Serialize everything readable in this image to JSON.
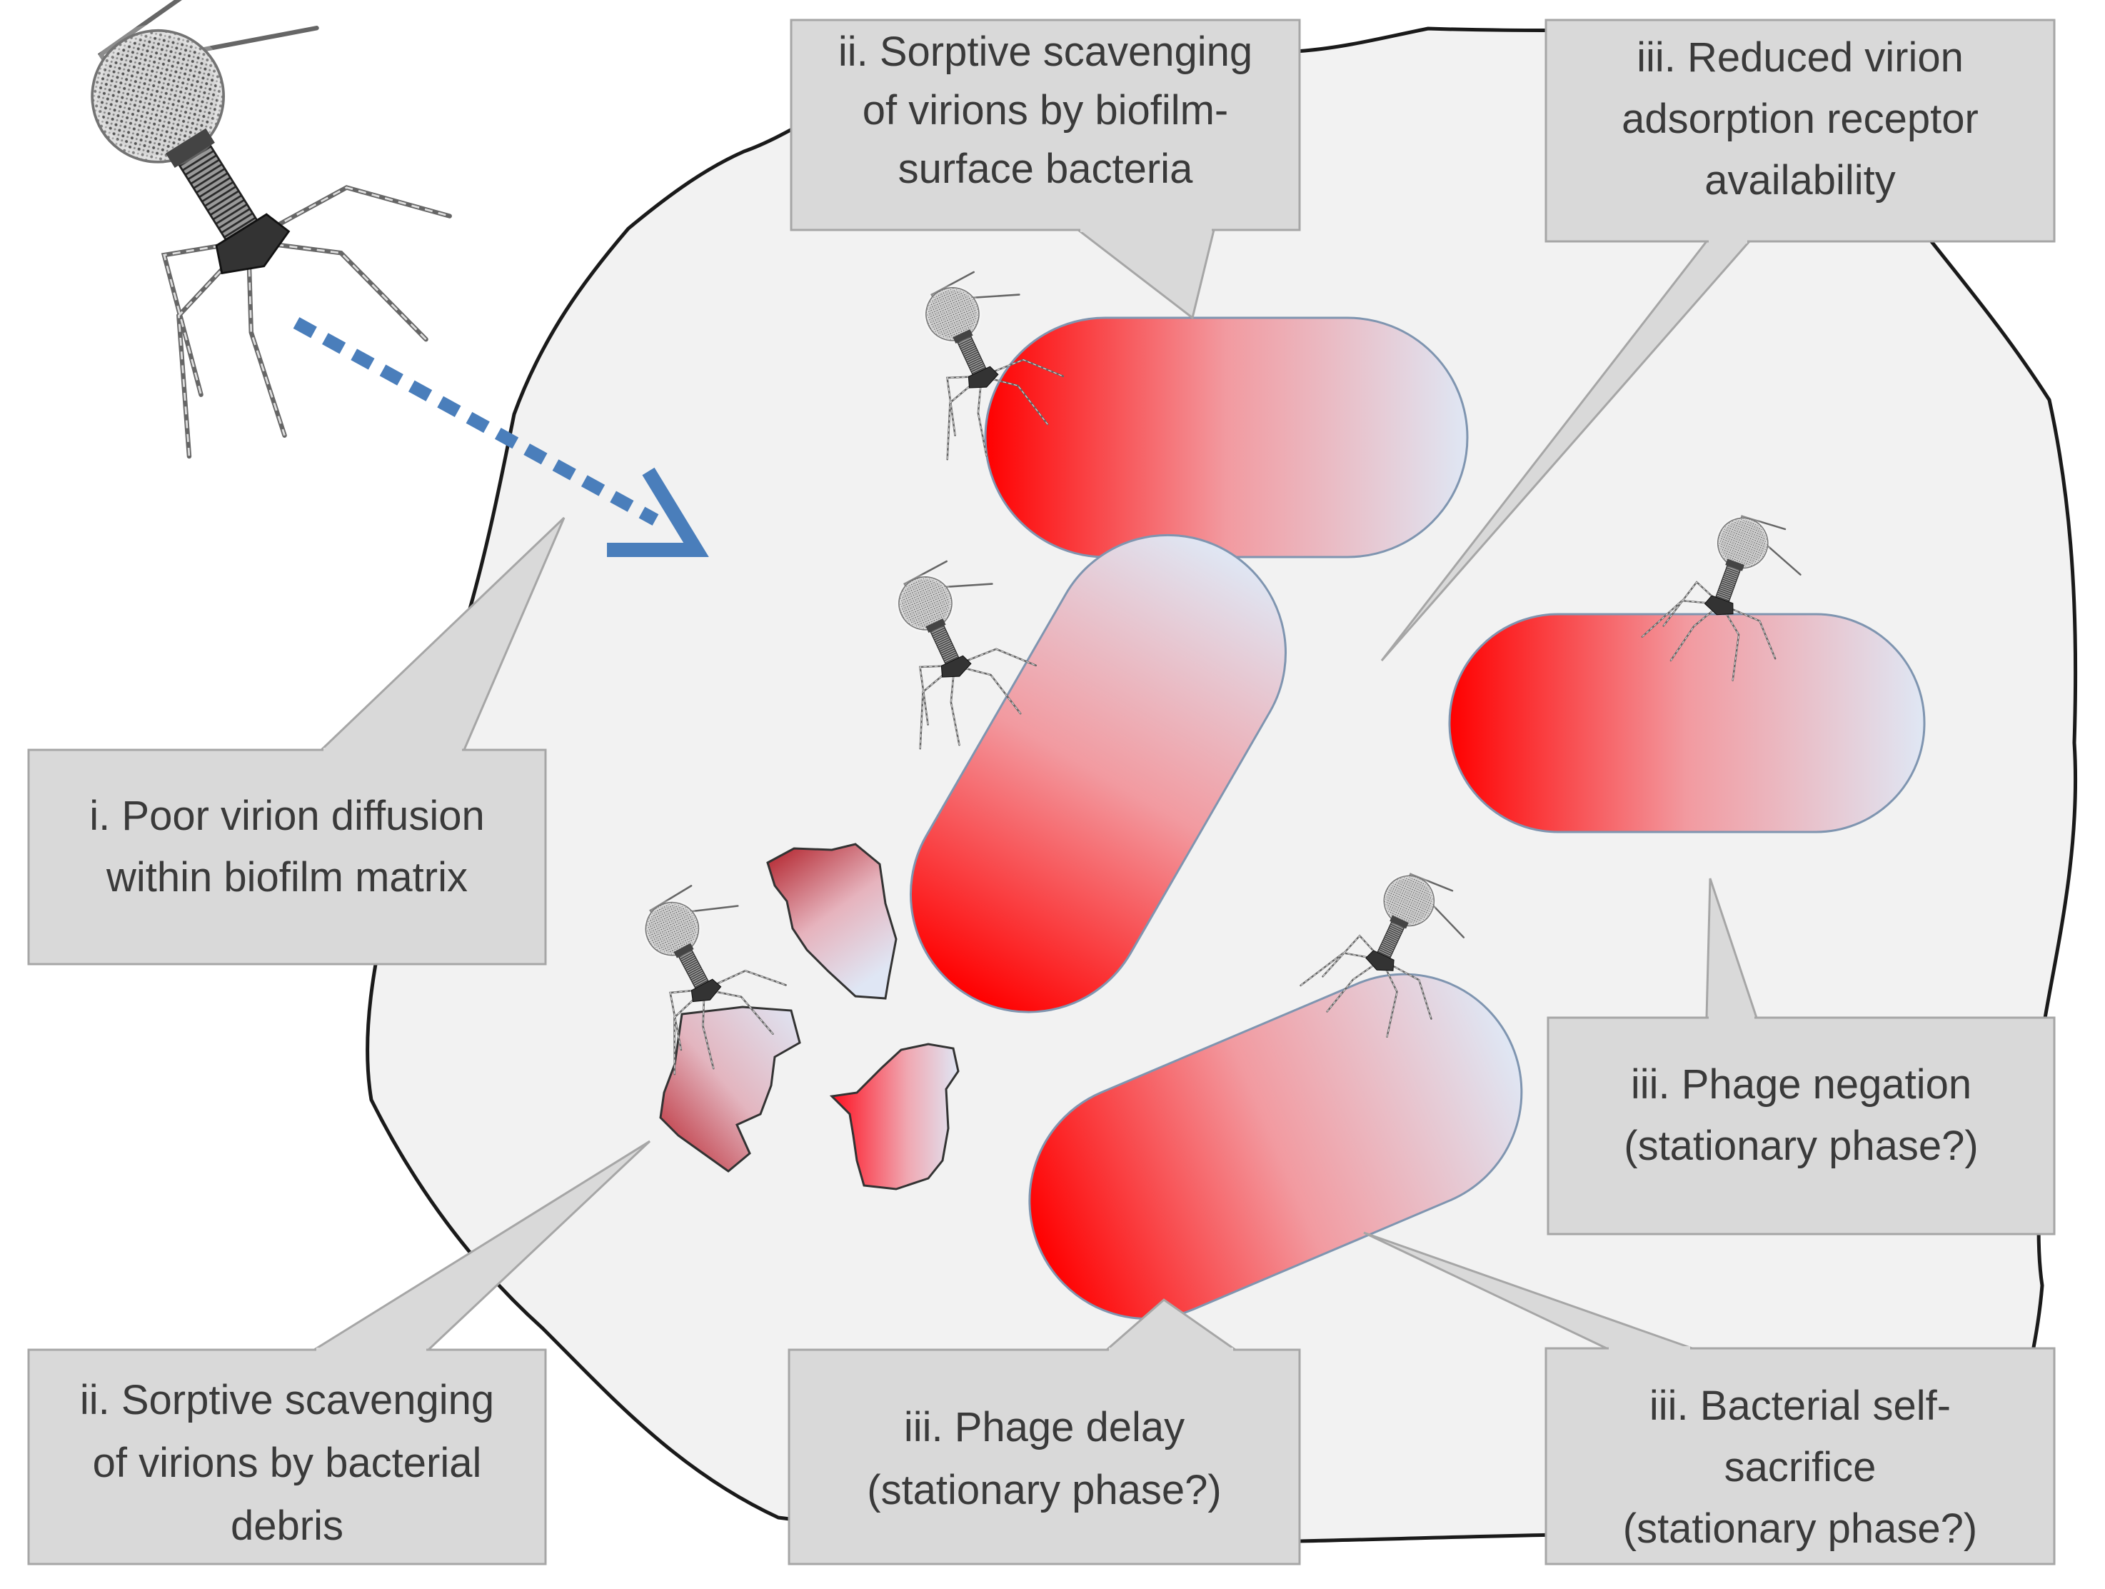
{
  "colors": {
    "matrix_fill": "#f2f2f2",
    "matrix_stroke": "#1a1a1a",
    "callout_fill": "#d9d9d9",
    "callout_stroke": "#a6a6a6",
    "text": "#3a3a3a",
    "arrow": "#4a7ebb",
    "cell_red": "#ff0000",
    "cell_blue": "#dce6f5",
    "debris_dark": "#c0282f"
  },
  "icons": [
    "phage-virion-icon",
    "diffusion-arrow-icon",
    "bacterium-icon",
    "debris-icon"
  ],
  "callouts": [
    {
      "id": "sorptive-surface",
      "lines": [
        "ii. Sorptive scavenging",
        "of virions by biofilm-",
        "surface bacteria"
      ]
    },
    {
      "id": "receptor",
      "lines": [
        "iii. Reduced virion",
        "adsorption receptor",
        "availability"
      ]
    },
    {
      "id": "diffusion",
      "lines": [
        "i. Poor virion diffusion",
        "within biofilm matrix"
      ]
    },
    {
      "id": "negation",
      "lines": [
        "iii. Phage negation",
        "(stationary phase?)"
      ]
    },
    {
      "id": "debris",
      "lines": [
        "ii. Sorptive scavenging",
        "of virions by bacterial",
        "debris"
      ]
    },
    {
      "id": "delay",
      "lines": [
        "iii. Phage delay",
        "(stationary phase?)"
      ]
    },
    {
      "id": "sacrifice",
      "lines": [
        "iii. Bacterial self-",
        "sacrifice",
        "(stationary  phase?)"
      ]
    }
  ]
}
